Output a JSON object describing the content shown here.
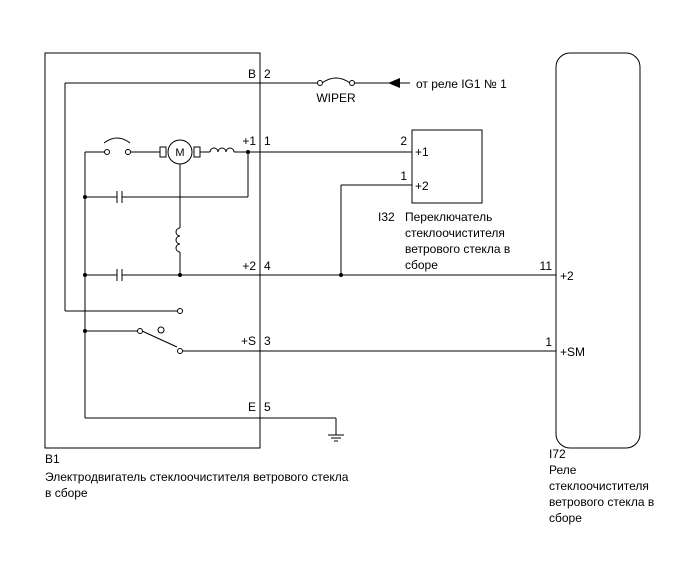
{
  "motor": {
    "id": "B1",
    "name_line1": "Электродвигатель стеклоочистителя ветрового стекла",
    "name_line2": "в сборе",
    "motor_symbol": "M",
    "terminals": [
      {
        "label": "B",
        "pin": "2"
      },
      {
        "label": "+1",
        "pin": "1"
      },
      {
        "label": "+2",
        "pin": "4"
      },
      {
        "label": "+S",
        "pin": "3"
      },
      {
        "label": "E",
        "pin": "5"
      }
    ]
  },
  "fuse": {
    "label": "WIPER"
  },
  "source": {
    "label": "от реле IG1 № 1"
  },
  "switch": {
    "id": "I32",
    "name_line1": "Переключатель",
    "name_line2": "стеклоочистителя",
    "name_line3": "ветрового стекла в",
    "name_line4": "сборе",
    "pins": [
      {
        "pin": "2",
        "label": "+1"
      },
      {
        "pin": "1",
        "label": "+2"
      }
    ]
  },
  "relay": {
    "id": "I72",
    "name_line1": "Реле",
    "name_line2": "стеклоочистителя",
    "name_line3": "ветрового стекла в",
    "name_line4": "сборе",
    "pins": [
      {
        "pin": "11",
        "label": "+2"
      },
      {
        "pin": "1",
        "label": "+SM"
      }
    ]
  }
}
